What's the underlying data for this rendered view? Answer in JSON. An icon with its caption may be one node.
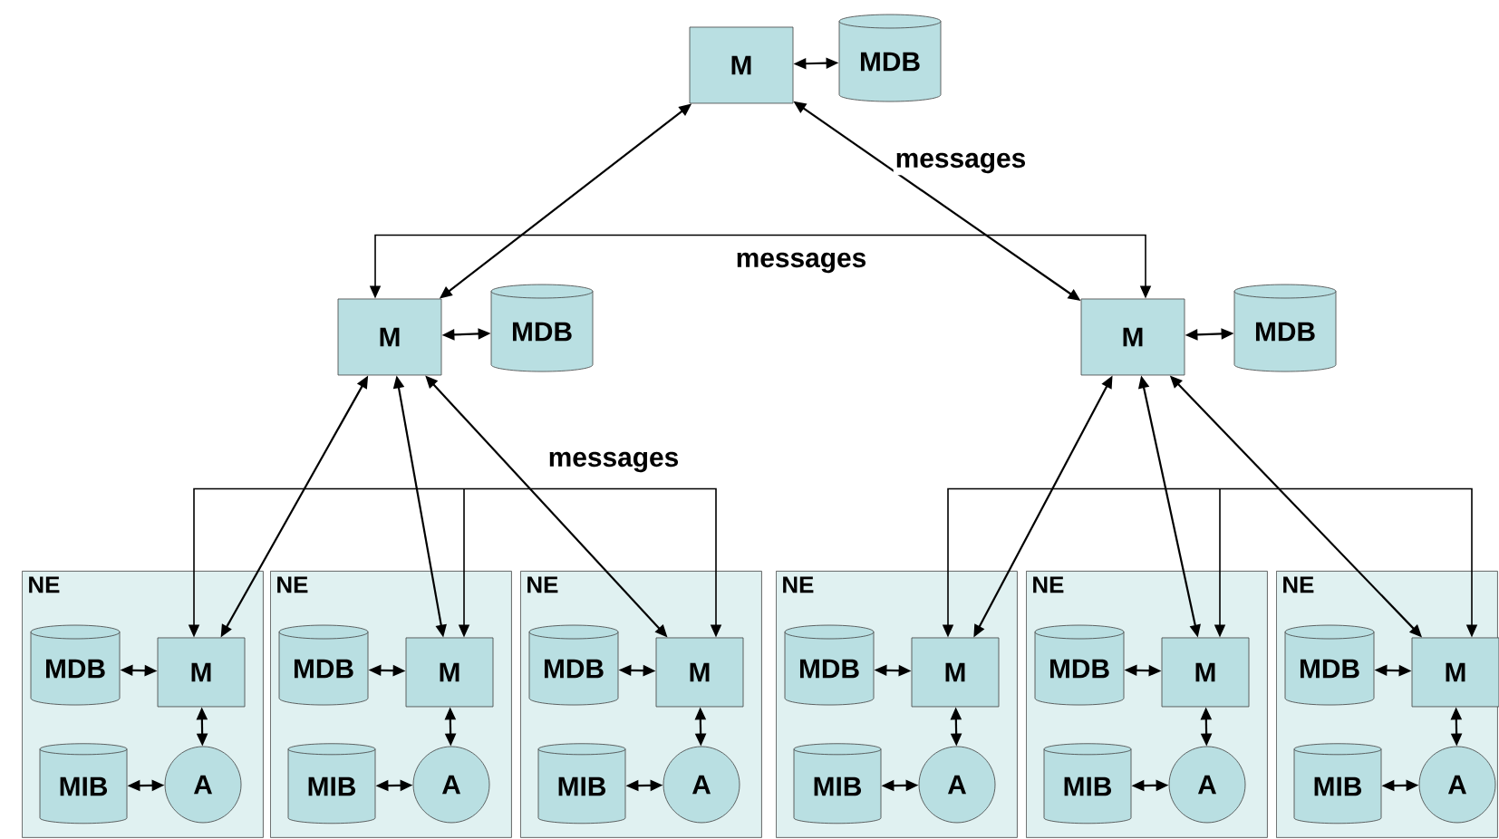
{
  "diagram": {
    "nodes": [
      {
        "text": [
          "M"
        ]
      },
      {
        "text": [
          "MDB"
        ]
      },
      {
        "text": [
          "M"
        ]
      },
      {
        "text": [
          "MDB"
        ]
      },
      {
        "text": [
          "M"
        ]
      },
      {
        "text": [
          "MDB"
        ]
      },
      {
        "text": [
          "NE"
        ]
      },
      {
        "text": [
          "MDB"
        ],
        "in": 6
      },
      {
        "text": [
          "M"
        ],
        "in": 6
      },
      {
        "text": [
          "MIB"
        ],
        "in": 6
      },
      {
        "text": [
          "A"
        ],
        "in": 6
      },
      {
        "text": [
          "NE"
        ]
      },
      {
        "text": [
          "MDB"
        ],
        "in": 11
      },
      {
        "text": [
          "M"
        ],
        "in": 11
      },
      {
        "text": [
          "MIB"
        ],
        "in": 11
      },
      {
        "text": [
          "A"
        ],
        "in": 11
      },
      {
        "text": [
          "NE"
        ]
      },
      {
        "text": [
          "MDB"
        ],
        "in": 16
      },
      {
        "text": [
          "M"
        ],
        "in": 16
      },
      {
        "text": [
          "MIB"
        ],
        "in": 16
      },
      {
        "text": [
          "A"
        ],
        "in": 16
      },
      {
        "text": [
          "NE"
        ]
      },
      {
        "text": [
          "MDB"
        ],
        "in": 21
      },
      {
        "text": [
          "M"
        ],
        "in": 21
      },
      {
        "text": [
          "MIB"
        ],
        "in": 21
      },
      {
        "text": [
          "A"
        ],
        "in": 21
      },
      {
        "text": [
          "NE"
        ]
      },
      {
        "text": [
          "MDB"
        ],
        "in": 26
      },
      {
        "text": [
          "M"
        ],
        "in": 26
      },
      {
        "text": [
          "MIB"
        ],
        "in": 26
      },
      {
        "text": [
          "A"
        ],
        "in": 26
      },
      {
        "text": [
          "NE"
        ]
      },
      {
        "text": [
          "MDB"
        ],
        "in": 31
      },
      {
        "text": [
          "M"
        ],
        "in": 31
      },
      {
        "text": [
          "MIB"
        ],
        "in": 31
      },
      {
        "text": [
          "A"
        ],
        "in": 31
      }
    ],
    "edges": [
      {
        "from": 0,
        "to": 1,
        "arrow": "both"
      },
      {
        "from": 0,
        "to": 2,
        "arrow": "both"
      },
      {
        "from": 0,
        "to": 4,
        "arrow": "both",
        "label": "messages"
      },
      {
        "from": 2,
        "to": 3,
        "arrow": "both"
      },
      {
        "from": 4,
        "to": 5,
        "arrow": "both"
      },
      {
        "from": 2,
        "to": 4,
        "arrow": "both",
        "label": "messages"
      },
      {
        "from": 2,
        "to": 8,
        "arrow": "both"
      },
      {
        "from": 2,
        "to": 13,
        "arrow": "both"
      },
      {
        "from": 2,
        "to": 18,
        "arrow": "both"
      },
      {
        "from": 4,
        "to": 23,
        "arrow": "both"
      },
      {
        "from": 4,
        "to": 28,
        "arrow": "both"
      },
      {
        "from": 4,
        "to": 33,
        "arrow": "both"
      },
      {
        "from": 8,
        "to": 18,
        "arrow": "both",
        "label": "messages"
      },
      {
        "from": 8,
        "to": 13,
        "arrow": "both"
      },
      {
        "from": 13,
        "to": 18,
        "arrow": "both"
      },
      {
        "from": 23,
        "to": 33,
        "arrow": "both"
      },
      {
        "from": 23,
        "to": 28,
        "arrow": "both"
      },
      {
        "from": 28,
        "to": 33,
        "arrow": "both"
      },
      {
        "from": 7,
        "to": 8,
        "arrow": "both"
      },
      {
        "from": 8,
        "to": 10,
        "arrow": "both"
      },
      {
        "from": 9,
        "to": 10,
        "arrow": "both"
      },
      {
        "from": 12,
        "to": 13,
        "arrow": "both"
      },
      {
        "from": 13,
        "to": 15,
        "arrow": "both"
      },
      {
        "from": 14,
        "to": 15,
        "arrow": "both"
      },
      {
        "from": 17,
        "to": 18,
        "arrow": "both"
      },
      {
        "from": 18,
        "to": 20,
        "arrow": "both"
      },
      {
        "from": 19,
        "to": 20,
        "arrow": "both"
      },
      {
        "from": 22,
        "to": 23,
        "arrow": "both"
      },
      {
        "from": 23,
        "to": 25,
        "arrow": "both"
      },
      {
        "from": 24,
        "to": 25,
        "arrow": "both"
      },
      {
        "from": 27,
        "to": 28,
        "arrow": "both"
      },
      {
        "from": 28,
        "to": 30,
        "arrow": "both"
      },
      {
        "from": 29,
        "to": 30,
        "arrow": "both"
      },
      {
        "from": 32,
        "to": 33,
        "arrow": "both"
      },
      {
        "from": 33,
        "to": 35,
        "arrow": "both"
      },
      {
        "from": 34,
        "to": 35,
        "arrow": "both"
      }
    ]
  }
}
